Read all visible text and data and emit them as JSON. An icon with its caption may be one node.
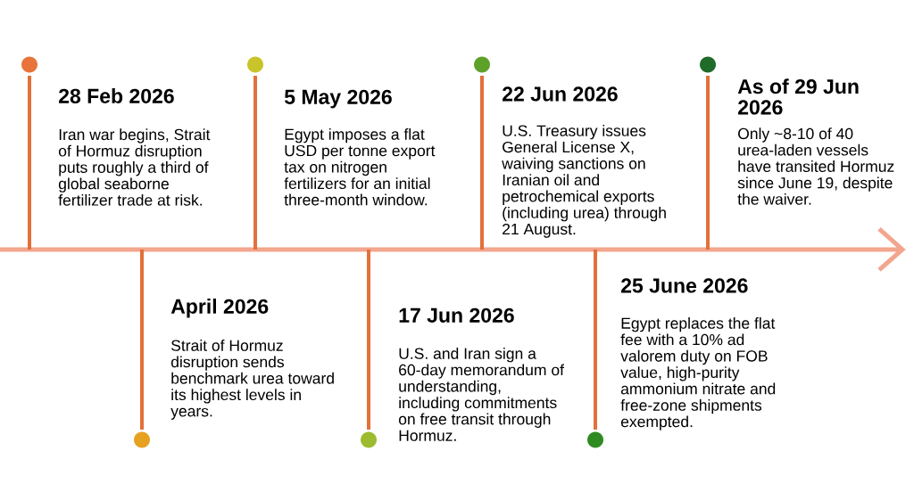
{
  "diagram": {
    "nodes": [
      {
        "text": [
          "28 Feb 2026",
          "Iran war begins, Strait of Hormuz disruption puts roughly a third of global seaborne fertilizer trade at risk."
        ]
      },
      {
        "text": [
          "April 2026",
          "Strait of Hormuz disruption sends benchmark urea toward its highest levels in years."
        ]
      },
      {
        "text": [
          "5 May 2026",
          "Egypt imposes a flat USD per tonne export tax on nitrogen fertilizers for an initial three-month window."
        ]
      },
      {
        "text": [
          "17 Jun 2026",
          "U.S. and Iran sign a 60-day memorandum of understanding, including commitments on free transit through Hormuz."
        ]
      },
      {
        "text": [
          "22 Jun 2026",
          "U.S. Treasury issues General License X, waiving sanctions on Iranian oil and petrochemical exports (including urea) through 21 August."
        ]
      },
      {
        "text": [
          "25 June 2026",
          "Egypt replaces the flat fee with a 10% ad valorem duty on FOB value, high-purity ammonium nitrate and free-zone shipments exempted."
        ]
      },
      {
        "text": [
          "As of 29 Jun 2026",
          "Only ~8-10 of 40 urea-laden vessels have transited Hormuz since June 19, despite the waiver."
        ]
      }
    ]
  }
}
